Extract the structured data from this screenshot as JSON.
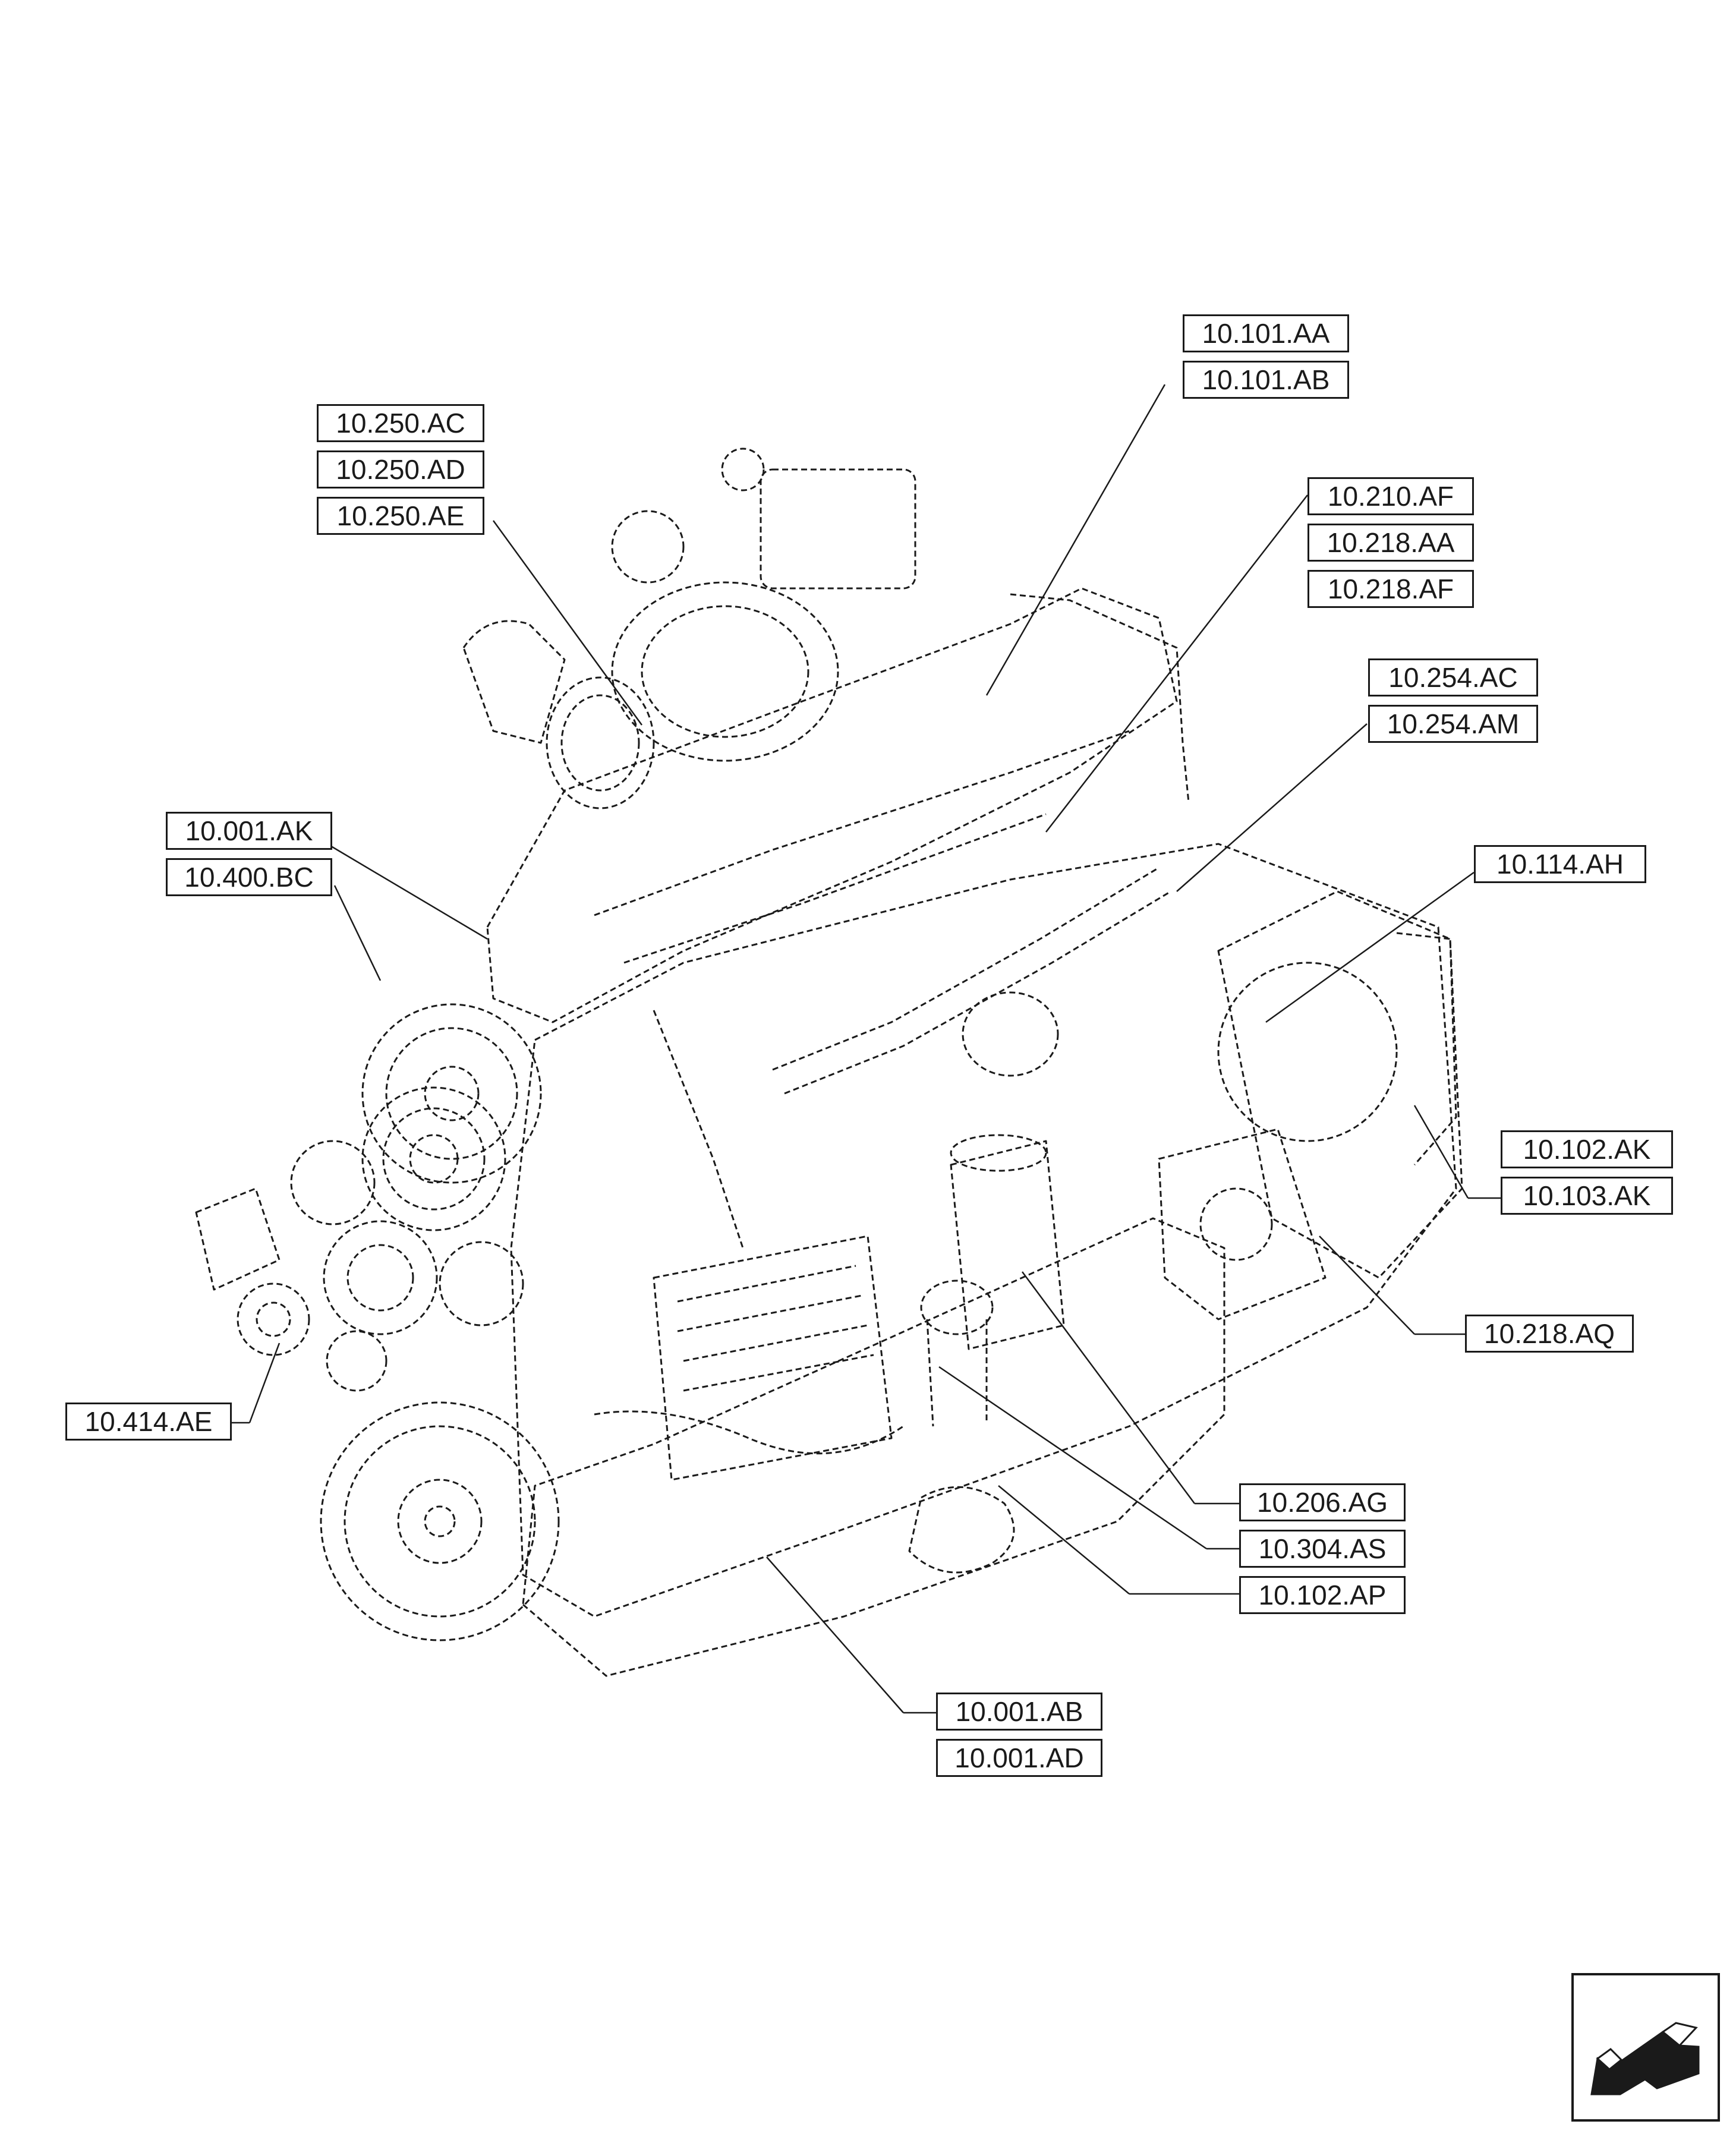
{
  "callouts": {
    "c_10_101_AA": "10.101.AA",
    "c_10_101_AB": "10.101.AB",
    "c_10_250_AC": "10.250.AC",
    "c_10_250_AD": "10.250.AD",
    "c_10_250_AE": "10.250.AE",
    "c_10_210_AF": "10.210.AF",
    "c_10_218_AA": "10.218.AA",
    "c_10_218_AF": "10.218.AF",
    "c_10_254_AC": "10.254.AC",
    "c_10_254_AM": "10.254.AM",
    "c_10_001_AK": "10.001.AK",
    "c_10_400_BC": "10.400.BC",
    "c_10_114_AH": "10.114.AH",
    "c_10_102_AK": "10.102.AK",
    "c_10_103_AK": "10.103.AK",
    "c_10_218_AQ": "10.218.AQ",
    "c_10_414_AE": "10.414.AE",
    "c_10_206_AG": "10.206.AG",
    "c_10_304_AS": "10.304.AS",
    "c_10_102_AP": "10.102.AP",
    "c_10_001_AB": "10.001.AB",
    "c_10_001_AD": "10.001.AD"
  },
  "navigation": {
    "icon": "next-page-arrow-icon"
  },
  "colors": {
    "line": "#1a1a1a",
    "background": "#ffffff",
    "arrow_fill": "#1a1a1a"
  }
}
